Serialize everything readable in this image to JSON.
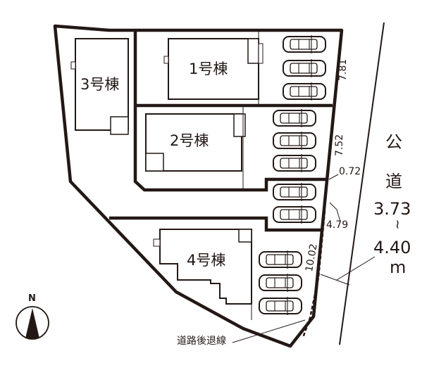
{
  "buildings": [
    {
      "id": "1",
      "label": "1号棟"
    },
    {
      "id": "2",
      "label": "2号棟"
    },
    {
      "id": "3",
      "label": "3号棟"
    },
    {
      "id": "4",
      "label": "4号棟"
    }
  ],
  "dimensions": {
    "lot1_frontage": "7.81",
    "lot2_frontage": "7.52",
    "lot2_jog": "0.72",
    "lot2_extra": "4.79",
    "lot4_frontage": "10.02"
  },
  "road": {
    "char1": "公",
    "char2": "道",
    "width_min": "3.73",
    "tilde": "~",
    "width_max": "4.40",
    "unit": "m"
  },
  "setback_label": "道路後退線",
  "compass": {
    "label": "N"
  },
  "parking": {
    "lot1": 3,
    "lot2": 5,
    "lot4": 3
  },
  "colors": {
    "line": "#231815",
    "background": "#ffffff"
  }
}
